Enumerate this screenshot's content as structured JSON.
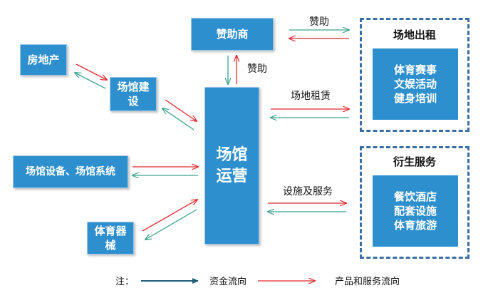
{
  "nodes": {
    "sponsor": "赞助商",
    "real_estate": "房地产",
    "venue_build": [
      "场馆建",
      "设"
    ],
    "venue_ops": [
      "场馆",
      "运营"
    ],
    "equipment_systems": "场馆设备、场馆系统",
    "sports_gear": [
      "体育器",
      "械"
    ]
  },
  "groups": {
    "venue_rental": {
      "title": "场地出租",
      "items": [
        "体育赛事",
        "文娱活动",
        "健身培训"
      ]
    },
    "derivative_services": {
      "title": "衍生服务",
      "items": [
        "餐饮酒店",
        "配套设施",
        "体育旅游"
      ]
    }
  },
  "edge_labels": {
    "sponsorship_right": "赞助",
    "sponsorship_down": "赞助",
    "venue_leasing": "场地租赁",
    "facilities_services": "设施及服务"
  },
  "legend": {
    "note": "注：",
    "fund_flow": "资金流向",
    "product_service_flow": "产品和服务流向"
  },
  "colors": {
    "box_fill": "#2e8fce",
    "fund_flow_arrow": "#3aa38c",
    "product_flow_arrow": "#e0282e",
    "group_border": "#3a6ea5",
    "legend_fund_arrow": "#1f5f78"
  }
}
